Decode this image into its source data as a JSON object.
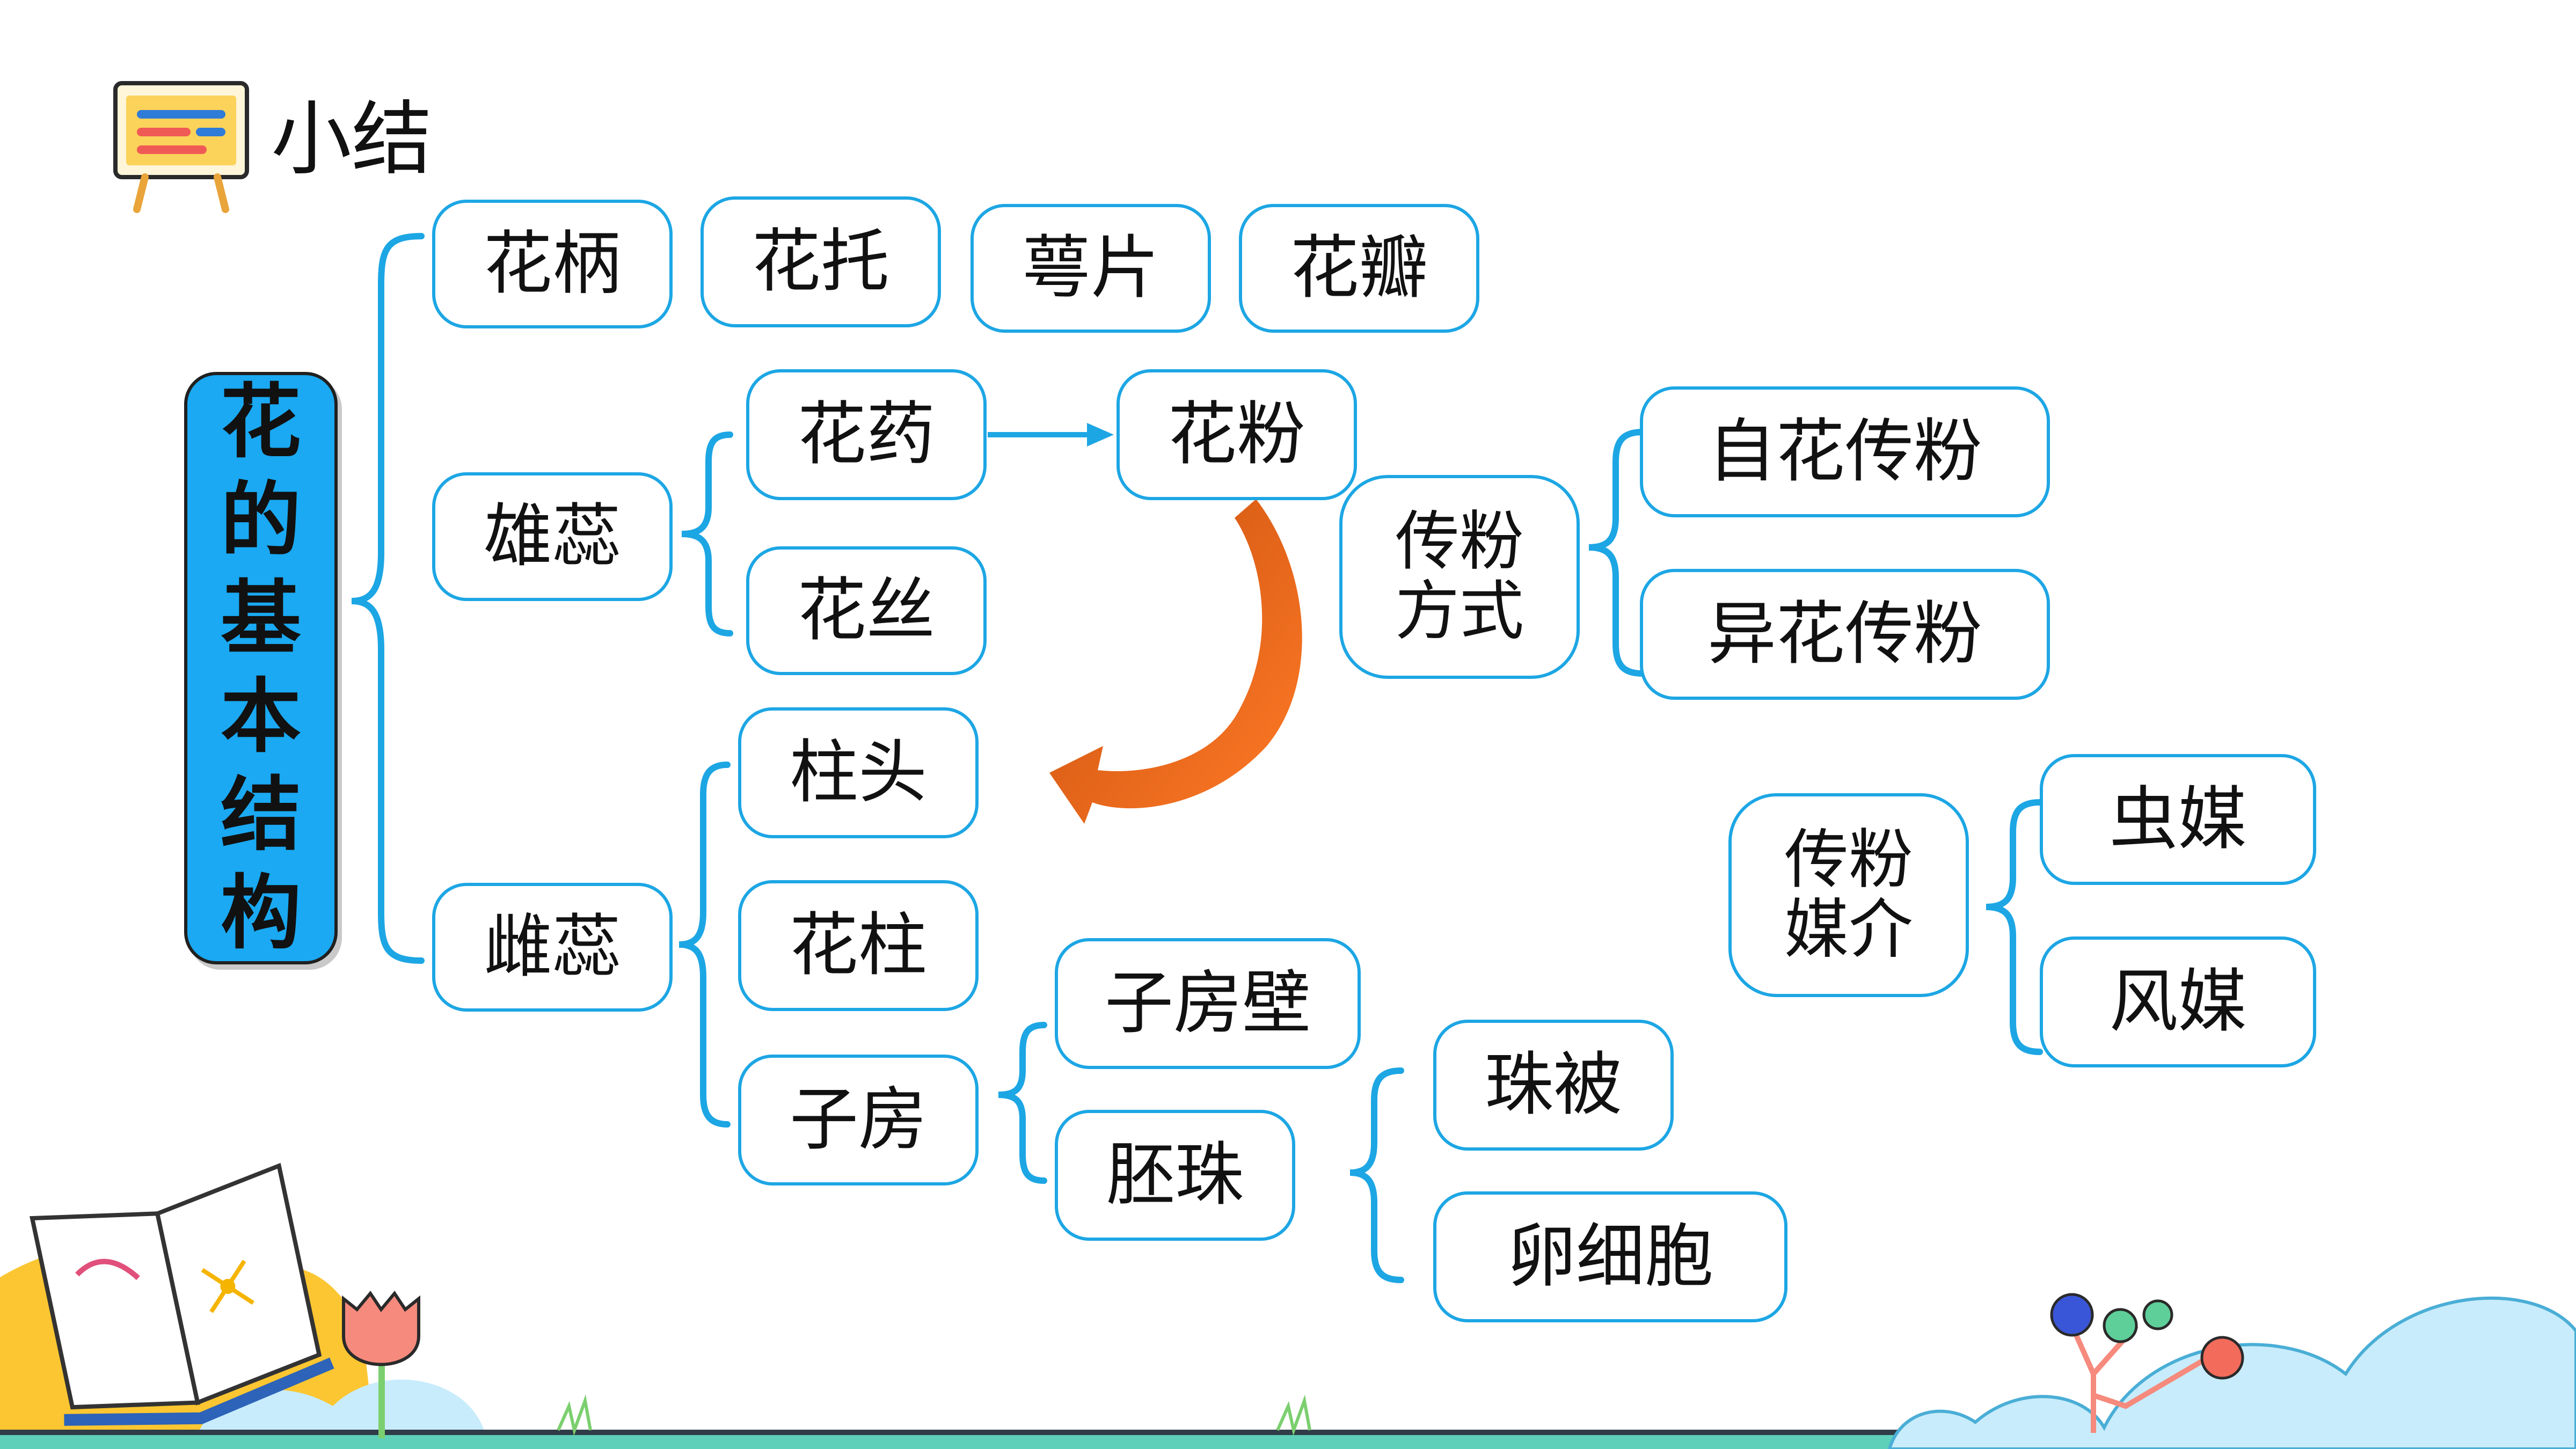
{
  "header": {
    "title": "小结"
  },
  "root": {
    "label": "花的基本结构"
  },
  "row1": [
    {
      "key": "huabing",
      "label": "花柄"
    },
    {
      "key": "huatuo",
      "label": "花托"
    },
    {
      "key": "epian",
      "label": "萼片"
    },
    {
      "key": "huaban",
      "label": "花瓣"
    }
  ],
  "stamen": {
    "label": "雄蕊",
    "parts": [
      {
        "label": "花药"
      },
      {
        "label": "花丝"
      }
    ],
    "pollen": "花粉"
  },
  "pollination_mode": {
    "label_lines": [
      "传粉",
      "方式"
    ],
    "types": [
      {
        "label": "自花传粉"
      },
      {
        "label": "异花传粉"
      }
    ]
  },
  "pistil": {
    "label": "雌蕊",
    "parts": [
      {
        "label": "柱头"
      },
      {
        "label": "花柱"
      },
      {
        "label": "子房"
      }
    ]
  },
  "ovary": {
    "parts": [
      {
        "label": "子房壁"
      },
      {
        "label": "胚珠"
      }
    ]
  },
  "ovule": {
    "parts": [
      {
        "label": "珠被"
      },
      {
        "label": "卵细胞"
      }
    ]
  },
  "pollination_medium": {
    "label_lines": [
      "传粉",
      "媒介"
    ],
    "types": [
      {
        "label": "虫媒"
      },
      {
        "label": "风媒"
      }
    ]
  },
  "colors": {
    "node_border": "#1da6e4",
    "root_fill": "#1aa9f2",
    "arrow": "#f06a1c"
  }
}
